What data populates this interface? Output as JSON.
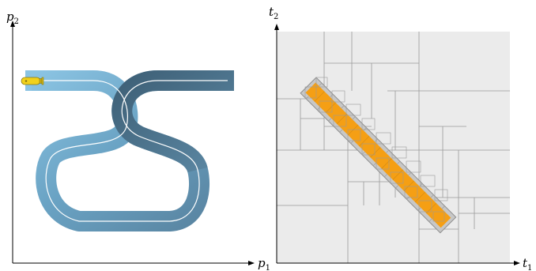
{
  "left_panel": {
    "x_axis_label": "p",
    "x_axis_sub": "1",
    "y_axis_label": "p",
    "y_axis_sub": "2",
    "track_colors": {
      "light": "#8bc4e3",
      "mid": "#6aa3c4",
      "dark": "#4b6f86"
    },
    "centerline_color": "#ffffff",
    "robot_color": "#f1d11c",
    "robot_icon": "submarine-icon"
  },
  "right_panel": {
    "x_axis_label": "t",
    "x_axis_sub": "1",
    "y_axis_label": "t",
    "y_axis_sub": "2",
    "background_color": "#ebebeb",
    "grid_color": "#9a9a9a",
    "highlight_color": "#f59f14",
    "highlight_border_color": "#8e8e8e"
  }
}
